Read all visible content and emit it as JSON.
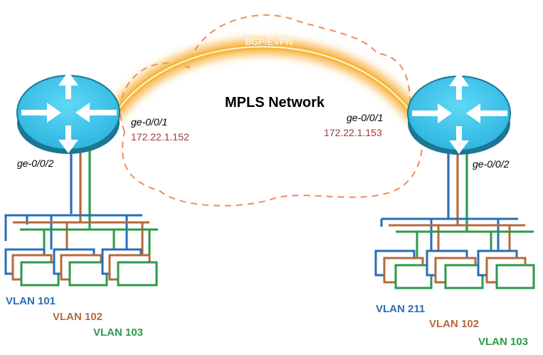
{
  "diagram": {
    "title": "MPLS Network",
    "overlay_label": "BGP/EVPN",
    "colors": {
      "router_fill": "#3ec6ec",
      "router_rim": "#1b7794",
      "cloud": "#f08a5d",
      "glow": "#f7a21b",
      "ip_text": "#a0393a",
      "vlan_a": "#2a6db5",
      "vlan_b": "#b46a3c",
      "vlan_c": "#2c9a4b"
    },
    "left_router": {
      "uplink_port": "ge-0/0/1",
      "uplink_ip": "172.22.1.152",
      "access_port": "ge-0/0/2",
      "vlans": [
        "VLAN 101",
        "VLAN 102",
        "VLAN 103"
      ]
    },
    "right_router": {
      "uplink_port": "ge-0/0/1",
      "uplink_ip": "172.22.1.153",
      "access_port": "ge-0/0/2",
      "vlans": [
        "VLAN 211",
        "VLAN 102",
        "VLAN 103"
      ]
    }
  }
}
